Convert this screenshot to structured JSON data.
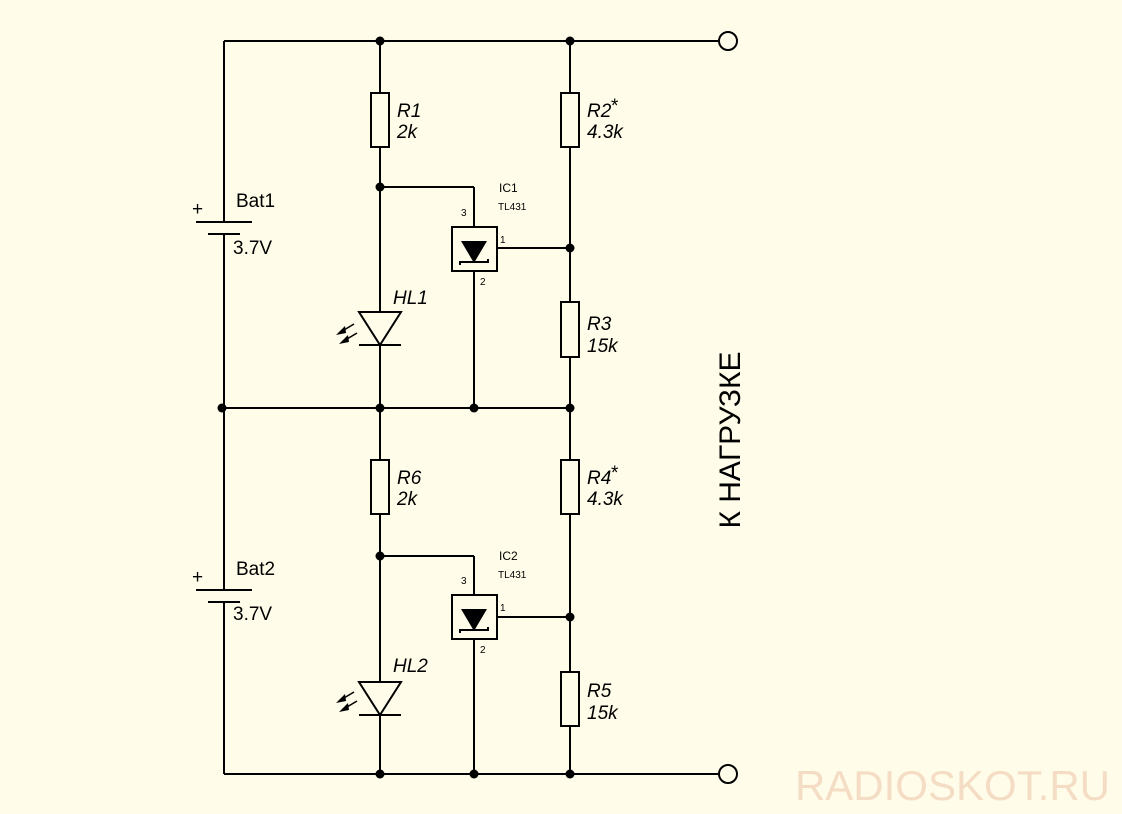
{
  "colors": {
    "background": "#fffde9",
    "ink": "#000000",
    "watermark": "#f4ddc4"
  },
  "batteries": [
    {
      "name": "Bat1",
      "voltage": "3.7V",
      "polarity": "+"
    },
    {
      "name": "Bat2",
      "voltage": "3.7V",
      "polarity": "+"
    }
  ],
  "resistors": {
    "R1": {
      "name": "R1",
      "value": "2k"
    },
    "R2": {
      "name": "R2",
      "value": "4.3k",
      "mark": "*"
    },
    "R3": {
      "name": "R3",
      "value": "15k"
    },
    "R4": {
      "name": "R4",
      "value": "4.3k",
      "mark": "*"
    },
    "R5": {
      "name": "R5",
      "value": "15k"
    },
    "R6": {
      "name": "R6",
      "value": "2k"
    }
  },
  "ics": [
    {
      "name": "IC1",
      "part": "TL431",
      "pin_cathode": "3",
      "pin_ref": "1",
      "pin_anode": "2"
    },
    {
      "name": "IC2",
      "part": "TL431",
      "pin_cathode": "3",
      "pin_ref": "1",
      "pin_anode": "2"
    }
  ],
  "leds": [
    {
      "name": "HL1"
    },
    {
      "name": "HL2"
    }
  ],
  "load_label": "К НАГРУЗКЕ",
  "watermark": "RADIOSKOT.RU"
}
